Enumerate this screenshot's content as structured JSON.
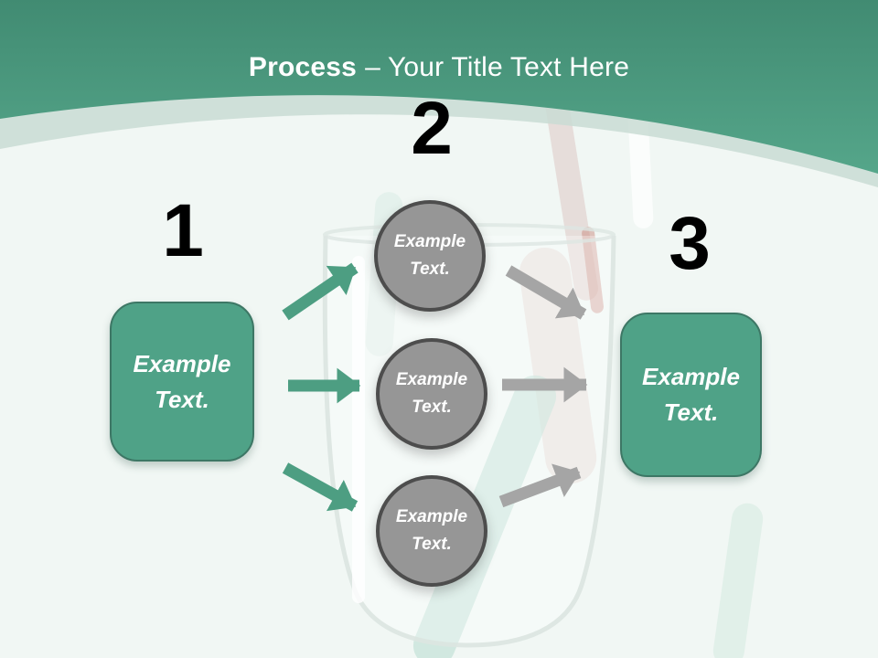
{
  "header": {
    "title_bold": "Process",
    "title_regular": "– Your Title Text Here"
  },
  "steps": {
    "one": {
      "number": "1",
      "box_label": "Example Text."
    },
    "two": {
      "number": "2"
    },
    "three": {
      "number": "3",
      "box_label": "Example Text."
    }
  },
  "circles": [
    {
      "label": "Example Text."
    },
    {
      "label": "Example Text."
    },
    {
      "label": "Example Text."
    }
  ],
  "colors": {
    "header_gradient_top": "#418b72",
    "header_gradient_bottom": "#55a68a",
    "header_band": "#c9dcd3",
    "box_fill": "#4fa287",
    "box_border": "#3d7765",
    "arrow_green": "#4d9e82",
    "arrow_gray": "#a5a5a5",
    "circle_fill": "#969696",
    "circle_border": "#4d4d4d",
    "number_color": "#000000",
    "text_color": "#ffffff",
    "page_background": "#f1f7f4"
  }
}
